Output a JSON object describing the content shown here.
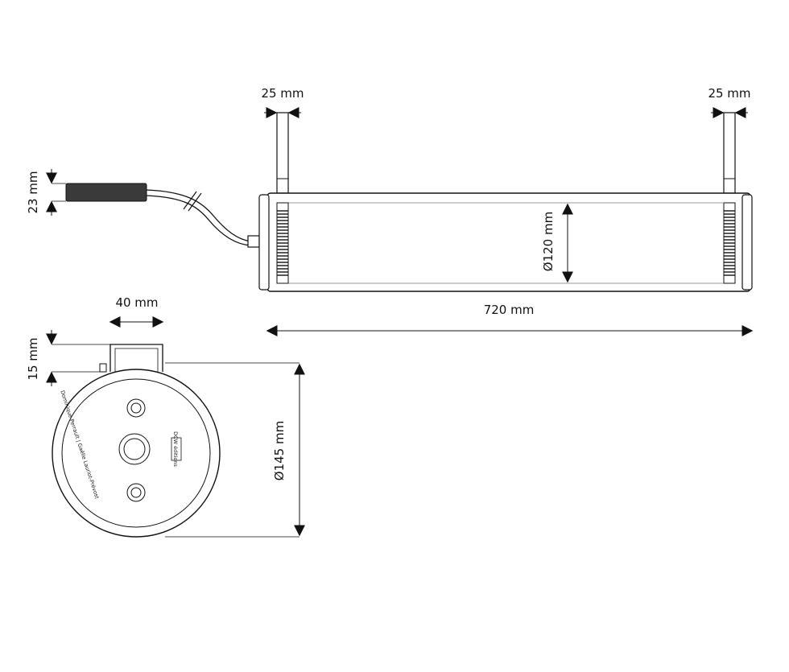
{
  "dimensions": {
    "bracket_left_width": "25 mm",
    "bracket_right_width": "25 mm",
    "driver_height": "23 mm",
    "tube_diameter": "Ø120 mm",
    "overall_length": "720 mm",
    "end_width": "40 mm",
    "end_offset": "15 mm",
    "end_diameter": "Ø145 mm"
  },
  "end_cap_text": {
    "brand_line": "Dominique Perrault | Gaëlle Lauriot-Prévost",
    "logo": "DCW éditions"
  },
  "colors": {
    "line": "#111111",
    "background": "#ffffff"
  }
}
